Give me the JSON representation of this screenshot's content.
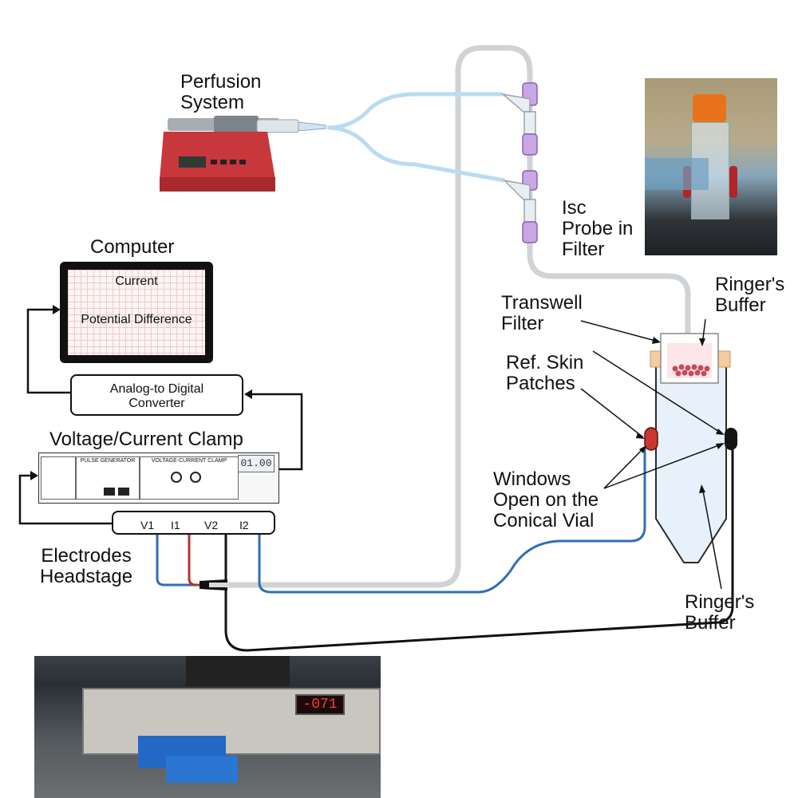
{
  "labels": {
    "perfusion": "Perfusion\nSystem",
    "isc_probe": "Isc\nProbe in\nFilter",
    "computer": "Computer",
    "current": "Current",
    "potential_difference": "Potential Difference",
    "adc": "Analog-to Digital\nConverter",
    "clamp_title": "Voltage/Current Clamp",
    "electrodes": "Electrodes\nHeadstage",
    "transwell": "Transwell\nFilter",
    "ringers_top": "Ringer's\nBuffer",
    "ref_skin": "Ref. Skin\nPatches",
    "windows": "Windows\nOpen on the\nConical Vial",
    "ringers_bottom": "Ringer's\nBuffer"
  },
  "clamp_panel": {
    "pulse_generator": "PULSE GENERATOR",
    "voltage_current_clamp": "VOLTAGE-CURRENT CLAMP",
    "readout": "01.00"
  },
  "headstage_ports": [
    "V1",
    "I1",
    "V2",
    "I2"
  ],
  "photo_display": "-071",
  "colors": {
    "perfusion_tubing": "#b9dcf3",
    "main_tubing": "#cfd3d6",
    "wire_blue": "#2f6fb4",
    "wire_red": "#b3352c",
    "wire_black": "#111111",
    "pump_red": "#c8373c",
    "vial_fill": "#e6f1fb"
  }
}
